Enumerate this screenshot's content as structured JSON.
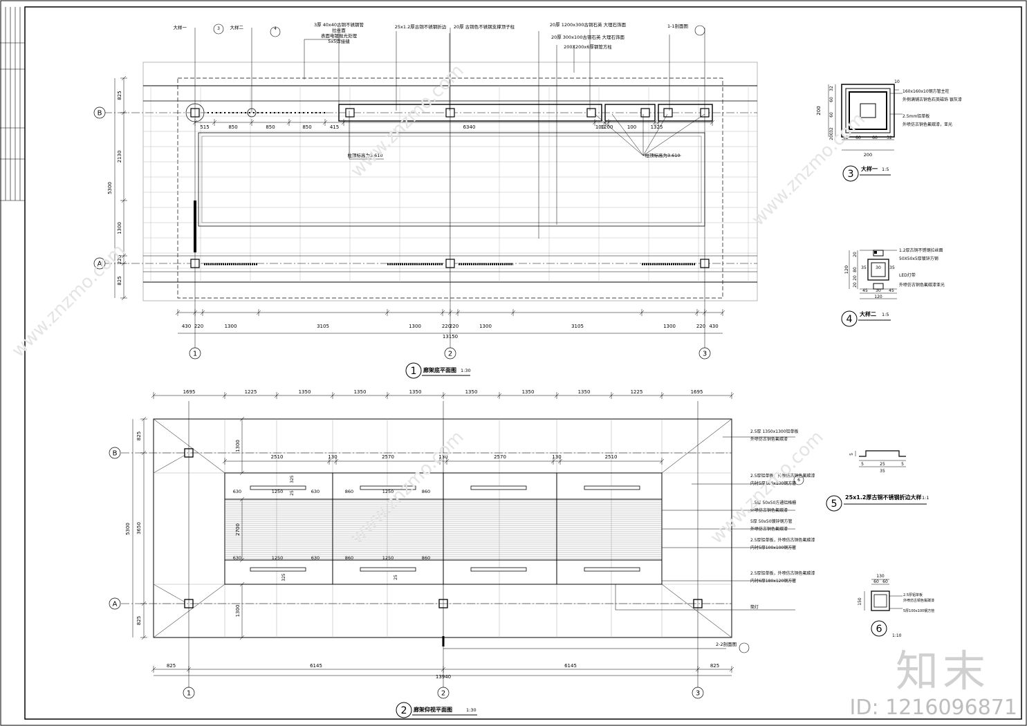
{
  "plan1": {
    "title": "廊架底平面图",
    "scale": "1:30",
    "index": "1",
    "top_callouts": [
      "大样一",
      "大样二",
      "3厚 40x40古铜不锈钢管",
      "拉丝面",
      "表面电镀抛光处理",
      "5x5焊接缝",
      "25x1.2厚古铜不锈钢折边",
      "20厚 古铜色不锈钢支撑顶子柱",
      "20厚 1200x300古铜石英 大理石饰面",
      "20厚 300x100古铜石英 大理石饰面",
      "200X200x6厚钢管方柱",
      "1-1剖面图"
    ],
    "level_note_1": "柱顶标高为3.610",
    "level_note_2": "柱顶标高为3.610",
    "dims_top": [
      "515",
      "850",
      "850",
      "850",
      "415",
      "6340",
      "100",
      "1200",
      "100",
      "1325"
    ],
    "dims_bottom": [
      "430",
      "220",
      "1300",
      "3105",
      "1300",
      "220",
      "220",
      "1300",
      "3105",
      "1300",
      "220",
      "430"
    ],
    "dim_total": "13150",
    "dims_left": [
      "825",
      "2130",
      "5300",
      "1300",
      "220",
      "825"
    ],
    "axes_h": [
      "1",
      "2",
      "3"
    ],
    "axes_v": [
      "B",
      "A"
    ]
  },
  "plan2": {
    "title": "廊架仰视平面图",
    "scale": "1:30",
    "index": "2",
    "dims_top": [
      "1695",
      "1225",
      "1350",
      "1350",
      "1350",
      "1350",
      "1350",
      "1350",
      "1225",
      "1695"
    ],
    "dims_inner": [
      "2510",
      "130",
      "2570",
      "130",
      "2570",
      "130",
      "2510"
    ],
    "dims_light": [
      "630",
      "1250",
      "630",
      "860",
      "1250",
      "860"
    ],
    "dims_bottom": [
      "825",
      "6145",
      "6145",
      "825"
    ],
    "dim_total": "13940",
    "dims_left": [
      "825",
      "1300",
      "5300",
      "3650",
      "2700",
      "1300",
      "825"
    ],
    "small_dims": [
      "325",
      "25",
      "325",
      "25"
    ],
    "right_notes": [
      "2.5厚 1350x1300铝单板",
      "外喷仿古铜色氟碳漆",
      "2.5厚铝单板，外喷仿古铜色氟碳漆",
      "内衬5厚100x100钢方管",
      "1.5厚 50x50方通铝格栅",
      "外喷仿古铜色氟碳漆",
      "5厚 50x50镀锌钢方管",
      "外喷仿古铜色氟碳漆",
      "2.5厚铝单板，外喷仿古铜色氟碳漆",
      "内衬5厚100x100钢方管",
      "2.5厚铝单板，外喷仿古铜色氟碳漆",
      "内衬6厚180x120钢方管",
      "筒灯"
    ],
    "section_ref": "2-2剖面图",
    "axes_h": [
      "1",
      "2",
      "3"
    ],
    "axes_v": [
      "B",
      "A"
    ]
  },
  "detail3": {
    "index": "3",
    "title": "大样一",
    "scale": "1:5",
    "notes": [
      "160x160x10钢方管主柱",
      "外侧满铺古铜色石英磁饰 银灰漆",
      "2.5mm铝单板",
      "外喷仿古铜色氟碳漆，亚光"
    ],
    "dims": [
      "200",
      "32",
      "60",
      "60",
      "32",
      "200",
      "32",
      "60",
      "60",
      "32",
      "10"
    ]
  },
  "detail4": {
    "index": "4",
    "title": "大样二",
    "scale": "1:5",
    "notes": [
      "1.2厚古铜不锈钢拉丝面",
      "50X50x5厚镀锌方钢",
      "LED灯带",
      "外喷仿古铜色氟碳漆亚光"
    ],
    "dims": [
      "120",
      "20",
      "80",
      "20",
      "35",
      "30",
      "35",
      "45",
      "30",
      "45",
      "120",
      "20"
    ]
  },
  "detail5": {
    "index": "5",
    "title": "25x1.2厚古铜不锈钢折边大样",
    "scale": "1:1",
    "dims": [
      "5",
      "5",
      "25",
      "5",
      "35"
    ]
  },
  "detail6": {
    "index": "6",
    "scale": "1:10",
    "notes": [
      "2.5厚铝单板",
      "外喷仿古铜色氟碳漆",
      "5厚100x100钢方管"
    ],
    "dims": [
      "130",
      "60",
      "60",
      "150"
    ]
  },
  "watermark": {
    "brand": "知末",
    "id_text": "ID: 1216096871",
    "url": "www.znzmo.com"
  }
}
